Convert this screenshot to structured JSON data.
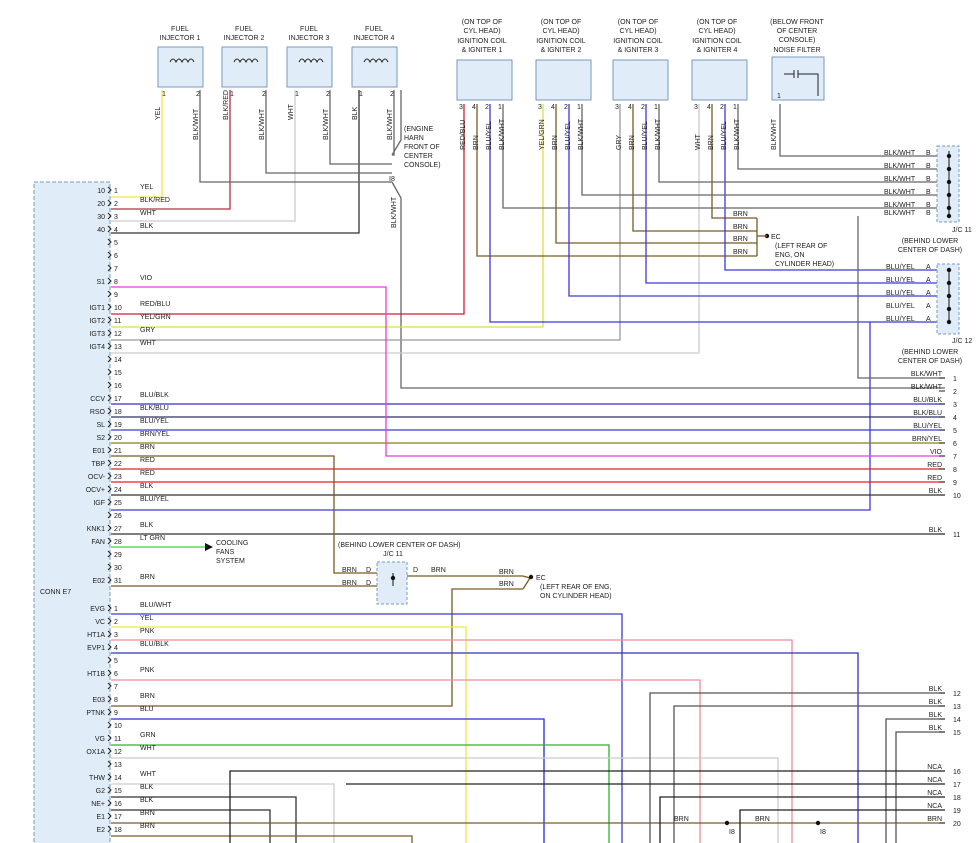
{
  "injectors": [
    {
      "title1": "FUEL",
      "title2": "INJECTOR 1",
      "p1": "1",
      "p2": "2",
      "w1": "YEL",
      "w2": "BLK/WHT",
      "c1": "#f2e63a",
      "c2": "#666666"
    },
    {
      "title1": "FUEL",
      "title2": "INJECTOR 2",
      "p1": "1",
      "p2": "2",
      "w1": "BLK/RED",
      "w2": "BLK/WHT",
      "c1": "#b03040",
      "c2": "#666666"
    },
    {
      "title1": "FUEL",
      "title2": "INJECTOR 3",
      "p1": "1",
      "p2": "2",
      "w1": "WHT",
      "w2": "BLK/WHT",
      "c1": "#cccccc",
      "c2": "#666666"
    },
    {
      "title1": "FUEL",
      "title2": "INJECTOR 4",
      "p1": "1",
      "p2": "2",
      "w1": "BLK",
      "w2": "BLK/WHT",
      "c1": "#333333",
      "c2": "#666666"
    }
  ],
  "engine_harness_note": [
    "(ENGINE",
    "HARN",
    "FRONT OF",
    "CENTER",
    "CONSOLE)"
  ],
  "engine_harness_id": "I8",
  "harness_down_label": "BLK/WHT",
  "coils": [
    {
      "location": [
        "(ON TOP OF",
        "CYL HEAD)"
      ],
      "name": [
        "IGNITION COIL",
        "& IGNITER 1"
      ],
      "pins": [
        "3",
        "4",
        "2",
        "1"
      ],
      "wires": [
        "RED/BLU",
        "BRN",
        "BLU/YEL",
        "BLK/WHT"
      ]
    },
    {
      "location": [
        "(ON TOP OF",
        "CYL HEAD)"
      ],
      "name": [
        "IGNITION COIL",
        "& IGNITER 2"
      ],
      "pins": [
        "3",
        "4",
        "2",
        "1"
      ],
      "wires": [
        "YEL/GRN",
        "BRN",
        "BLU/YEL",
        "BLK/WHT"
      ]
    },
    {
      "location": [
        "(ON TOP OF",
        "CYL HEAD)"
      ],
      "name": [
        "IGNITION COIL",
        "& IGNITER 3"
      ],
      "pins": [
        "3",
        "4",
        "2",
        "1"
      ],
      "wires": [
        "GRY",
        "BRN",
        "BLU/YEL",
        "BLK/WHT"
      ]
    },
    {
      "location": [
        "(ON TOP OF",
        "CYL HEAD)"
      ],
      "name": [
        "IGNITION COIL",
        "& IGNITER 4"
      ],
      "pins": [
        "3",
        "4",
        "2",
        "1"
      ],
      "wires": [
        "WHT",
        "BRN",
        "BLU/YEL",
        "BLK/WHT"
      ]
    }
  ],
  "noise_filter": {
    "location": [
      "(BELOW FRONT",
      "OF CENTER",
      "CONSOLE)"
    ],
    "name": "NOISE FILTER",
    "pin": "1",
    "wire": "BLK/WHT"
  },
  "jc11_top": {
    "rows": [
      {
        "wire": "BLK/WHT",
        "pin": "B"
      },
      {
        "wire": "BLK/WHT",
        "pin": "B"
      },
      {
        "wire": "BLK/WHT",
        "pin": "B"
      },
      {
        "wire": "BLK/WHT",
        "pin": "B"
      },
      {
        "wire": "BLK/WHT",
        "pin": "B"
      },
      {
        "wire": "BLK/WHT",
        "pin": "B"
      }
    ],
    "label": "J/C 11",
    "location": [
      "(BEHIND LOWER",
      "CENTER OF DASH)"
    ]
  },
  "jc12": {
    "rows": [
      {
        "wire": "BLU/YEL",
        "pin": "A"
      },
      {
        "wire": "BLU/YEL",
        "pin": "A"
      },
      {
        "wire": "BLU/YEL",
        "pin": "A"
      },
      {
        "wire": "BLU/YEL",
        "pin": "A"
      },
      {
        "wire": "BLU/YEL",
        "pin": "A"
      }
    ],
    "label": "J/C 12",
    "location": [
      "(BEHIND LOWER",
      "CENTER OF DASH)"
    ]
  },
  "ec_top": {
    "wires": [
      "BRN",
      "BRN",
      "BRN",
      "BRN"
    ],
    "id": "EC",
    "location": [
      "(LEFT REAR OF",
      "ENG, ON",
      "CYLINDER HEAD)"
    ]
  },
  "jc11_mid": {
    "location": "(BEHIND LOWER CENTER OF DASH)",
    "label": "J/C 11",
    "in1": "BRN",
    "in2": "BRN",
    "pin_in": "D",
    "pin_out": "D",
    "out": "BRN",
    "pin_in2": "D"
  },
  "ec_mid": {
    "id": "EC",
    "location": [
      "(LEFT REAR OF ENG,",
      "ON CYLINDER HEAD)"
    ],
    "w1": "BRN",
    "w2": "BRN"
  },
  "conn_label": "CONN E7",
  "cooling": {
    "wire": "LT GRN",
    "label": [
      "COOLING",
      "FANS",
      "SYSTEM"
    ]
  },
  "ecm_pins": [
    {
      "n": "1",
      "sig": "10",
      "wire": "YEL",
      "color": "#f2e63a"
    },
    {
      "n": "2",
      "sig": "20",
      "wire": "BLK/RED",
      "color": "#b03040"
    },
    {
      "n": "3",
      "sig": "30",
      "wire": "WHT",
      "color": "#cccccc"
    },
    {
      "n": "4",
      "sig": "40",
      "wire": "BLK",
      "color": "#333333"
    },
    {
      "n": "5",
      "sig": "",
      "wire": "",
      "color": ""
    },
    {
      "n": "6",
      "sig": "",
      "wire": "",
      "color": ""
    },
    {
      "n": "7",
      "sig": "",
      "wire": "",
      "color": ""
    },
    {
      "n": "8",
      "sig": "S1",
      "wire": "VIO",
      "color": "#e040e0"
    },
    {
      "n": "9",
      "sig": "",
      "wire": "",
      "color": ""
    },
    {
      "n": "10",
      "sig": "IGT1",
      "wire": "RED/BLU",
      "color": "#cc2030"
    },
    {
      "n": "11",
      "sig": "IGT2",
      "wire": "YEL/GRN",
      "color": "#d8e040"
    },
    {
      "n": "12",
      "sig": "IGT3",
      "wire": "GRY",
      "color": "#999999"
    },
    {
      "n": "13",
      "sig": "IGT4",
      "wire": "WHT",
      "color": "#cccccc"
    },
    {
      "n": "14",
      "sig": "",
      "wire": "",
      "color": ""
    },
    {
      "n": "15",
      "sig": "",
      "wire": "",
      "color": ""
    },
    {
      "n": "16",
      "sig": "",
      "wire": "",
      "color": ""
    },
    {
      "n": "17",
      "sig": "CCV",
      "wire": "BLU/BLK",
      "color": "#3030c0"
    },
    {
      "n": "18",
      "sig": "RSO",
      "wire": "BLK/BLU",
      "color": "#303060"
    },
    {
      "n": "19",
      "sig": "SL",
      "wire": "BLU/YEL",
      "color": "#3a3ad8"
    },
    {
      "n": "20",
      "sig": "S2",
      "wire": "BRN/YEL",
      "color": "#8a7a20"
    },
    {
      "n": "21",
      "sig": "E01",
      "wire": "BRN",
      "color": "#7a5a20"
    },
    {
      "n": "22",
      "sig": "TBP",
      "wire": "RED",
      "color": "#e02020"
    },
    {
      "n": "23",
      "sig": "OCV-",
      "wire": "RED",
      "color": "#e02020"
    },
    {
      "n": "24",
      "sig": "OCV+",
      "wire": "BLK",
      "color": "#333333"
    },
    {
      "n": "25",
      "sig": "IGF",
      "wire": "BLU/YEL",
      "color": "#3a3ad8"
    },
    {
      "n": "26",
      "sig": "",
      "wire": "",
      "color": ""
    },
    {
      "n": "27",
      "sig": "KNK1",
      "wire": "BLK",
      "color": "#333333"
    },
    {
      "n": "28",
      "sig": "FAN",
      "wire": "LT GRN",
      "color": "#44cc44"
    },
    {
      "n": "29",
      "sig": "",
      "wire": "",
      "color": ""
    },
    {
      "n": "30",
      "sig": "",
      "wire": "",
      "color": ""
    },
    {
      "n": "31",
      "sig": "E02",
      "wire": "BRN",
      "color": "#7a5a20"
    },
    {
      "n": "1",
      "sig": "EVG",
      "wire": "BLU/WHT",
      "color": "#3a3ad8"
    },
    {
      "n": "2",
      "sig": "VC",
      "wire": "YEL",
      "color": "#f2e63a"
    },
    {
      "n": "3",
      "sig": "HT1A",
      "wire": "PNK",
      "color": "#f08aa0"
    },
    {
      "n": "4",
      "sig": "EVP1",
      "wire": "BLU/BLK",
      "color": "#3030c0"
    },
    {
      "n": "5",
      "sig": "",
      "wire": "",
      "color": ""
    },
    {
      "n": "6",
      "sig": "HT1B",
      "wire": "PNK",
      "color": "#f08aa0"
    },
    {
      "n": "7",
      "sig": "",
      "wire": "",
      "color": ""
    },
    {
      "n": "8",
      "sig": "E03",
      "wire": "BRN",
      "color": "#7a5a20"
    },
    {
      "n": "9",
      "sig": "PTNK",
      "wire": "BLU",
      "color": "#2a2ad8"
    },
    {
      "n": "10",
      "sig": "",
      "wire": "",
      "color": ""
    },
    {
      "n": "11",
      "sig": "VG",
      "wire": "GRN",
      "color": "#30b030"
    },
    {
      "n": "12",
      "sig": "OX1A",
      "wire": "WHT",
      "color": "#cccccc"
    },
    {
      "n": "13",
      "sig": "",
      "wire": "",
      "color": ""
    },
    {
      "n": "14",
      "sig": "THW",
      "wire": "WHT",
      "color": "#cccccc"
    },
    {
      "n": "15",
      "sig": "G2",
      "wire": "BLK",
      "color": "#333333"
    },
    {
      "n": "16",
      "sig": "NE+",
      "wire": "BLK",
      "color": "#333333"
    },
    {
      "n": "17",
      "sig": "E1",
      "wire": "BRN",
      "color": "#7a5a20"
    },
    {
      "n": "18",
      "sig": "E2",
      "wire": "BRN",
      "color": "#7a5a20"
    }
  ],
  "right_terms": [
    {
      "n": "1",
      "wire": "BLK/WHT"
    },
    {
      "n": "2",
      "wire": "BLK/WHT"
    },
    {
      "n": "3",
      "wire": "BLU/BLK"
    },
    {
      "n": "4",
      "wire": "BLK/BLU"
    },
    {
      "n": "5",
      "wire": "BLU/YEL"
    },
    {
      "n": "6",
      "wire": "BRN/YEL"
    },
    {
      "n": "7",
      "wire": "VIO"
    },
    {
      "n": "8",
      "wire": "RED"
    },
    {
      "n": "9",
      "wire": "RED"
    },
    {
      "n": "10",
      "wire": "BLK"
    },
    {
      "n": "11",
      "wire": "BLK"
    },
    {
      "n": "12",
      "wire": "BLK"
    },
    {
      "n": "13",
      "wire": "BLK"
    },
    {
      "n": "14",
      "wire": "BLK"
    },
    {
      "n": "15",
      "wire": "BLK"
    },
    {
      "n": "16",
      "wire": "NCA"
    },
    {
      "n": "17",
      "wire": "NCA"
    },
    {
      "n": "18",
      "wire": "NCA"
    },
    {
      "n": "19",
      "wire": "NCA"
    },
    {
      "n": "20",
      "wire": "BRN"
    }
  ],
  "bottom_splices": {
    "left": "BRN",
    "right": "BRN",
    "left_id": "I8",
    "right_id": "I8"
  }
}
